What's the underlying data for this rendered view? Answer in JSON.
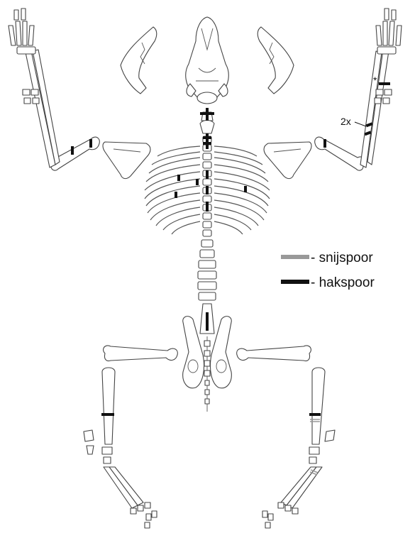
{
  "legend": {
    "items": [
      {
        "label": "- snijspoor",
        "color": "#999999"
      },
      {
        "label": "- hakspoor",
        "color": "#111111"
      }
    ]
  },
  "annotations": {
    "count_label": "2x",
    "asterisk": "*"
  },
  "colors": {
    "bone_outline": "#444444",
    "cut_mark": "#999999",
    "chop_mark": "#111111"
  }
}
